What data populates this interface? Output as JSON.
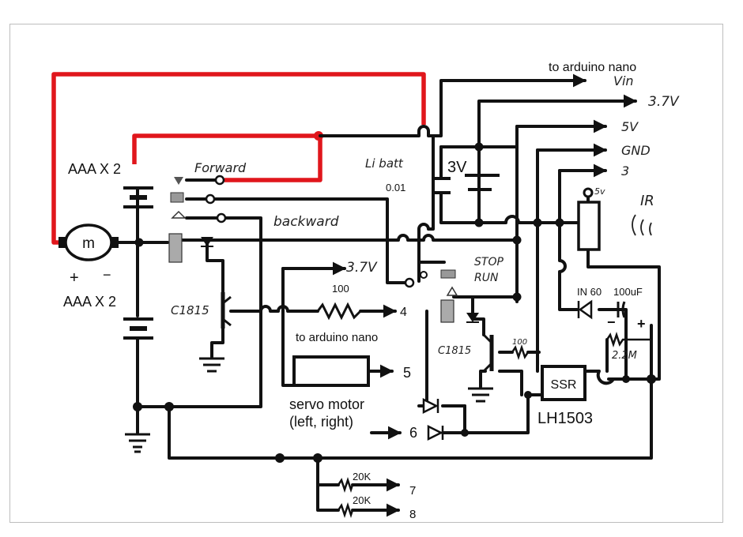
{
  "labels": {
    "arduino_top": "to arduino nano",
    "vin": "Vin",
    "v37_top": "3.7V",
    "v5": "5V",
    "gnd": "GND",
    "pin3": "3",
    "ir": "IR",
    "five_v_small": "5v",
    "aaa_top": "AAA X 2",
    "aaa_bottom": "AAA X 2",
    "motor": "m",
    "plus": "+",
    "minus": "−",
    "forward": "Forward",
    "backward": "backward",
    "li_batt": "Li batt",
    "li_batt_value": "0.01",
    "three_v": "3V",
    "v37_mid": "3.7V",
    "r100_a": "100",
    "pin4": "4",
    "c1815_left": "C1815",
    "arduino_mid": "to arduino nano",
    "stop": "STOP",
    "run": "RUN",
    "c1815_right": "C1815",
    "r100_b": "100",
    "in60": "IN 60",
    "cap_100uf": "100uF",
    "r22m": "2.2M",
    "ssr": "SSR",
    "lh1503": "LH1503",
    "pin5": "5",
    "servo_line1": "servo motor",
    "servo_line2": "(left, right)",
    "pin6": "6",
    "r20k_a": "20K",
    "r20k_b": "20K",
    "pin7": "7",
    "pin8": "8",
    "cap_plus": "+",
    "cap_minus": "−"
  },
  "colors": {
    "wire": "#111111",
    "red_wire": "#e0161c",
    "component_fill": "#ffffff"
  }
}
